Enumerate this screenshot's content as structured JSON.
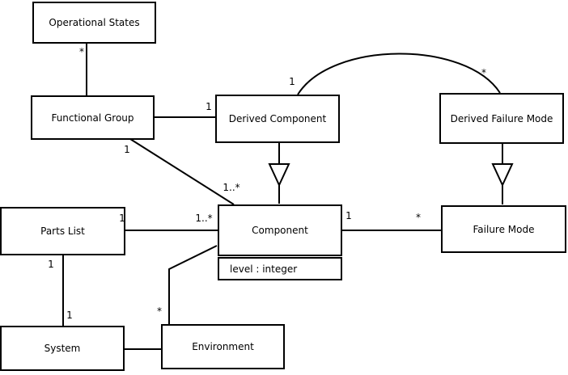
{
  "diagram": {
    "colors": {
      "line": "#000000",
      "text": "#000000",
      "background": "#ffffff",
      "box_fill": "#ffffff"
    },
    "classes": [
      {
        "label": "Operational States"
      },
      {
        "label": "Functional Group"
      },
      {
        "label": "Derived Component"
      },
      {
        "label": "Derived Failure Mode"
      },
      {
        "label": "Parts List"
      },
      {
        "label": "Component",
        "attribute": "level : integer"
      },
      {
        "label": "Failure Mode"
      },
      {
        "label": "System"
      },
      {
        "label": "Environment"
      }
    ],
    "multiplicities": [
      {
        "text": "*",
        "edge": "operational-states to functional-group",
        "at": "operational-states-end"
      },
      {
        "text": "1",
        "edge": "functional-group to derived-component",
        "at": "derived-component-end"
      },
      {
        "text": "1",
        "edge": "derived-component to derived-failure-mode arc",
        "at": "derived-component-end"
      },
      {
        "text": "*",
        "edge": "derived-component to derived-failure-mode arc",
        "at": "derived-failure-mode-end"
      },
      {
        "text": "1",
        "edge": "functional-group to component",
        "at": "functional-group-end"
      },
      {
        "text": "1..*",
        "edge": "functional-group to component",
        "at": "component-end"
      },
      {
        "text": "1",
        "edge": "parts-list to component",
        "at": "parts-list-end"
      },
      {
        "text": "1..*",
        "edge": "parts-list to component",
        "at": "component-end"
      },
      {
        "text": "1",
        "edge": "component to failure-mode",
        "at": "component-end"
      },
      {
        "text": "*",
        "edge": "component to failure-mode",
        "at": "failure-mode-end"
      },
      {
        "text": "1",
        "edge": "parts-list to system",
        "at": "parts-list-end"
      },
      {
        "text": "1",
        "edge": "parts-list to system",
        "at": "system-end"
      },
      {
        "text": "*",
        "edge": "component to environment",
        "at": "environment-end"
      }
    ],
    "relationships": [
      {
        "type": "association",
        "from": "Operational States",
        "to": "Functional Group"
      },
      {
        "type": "association",
        "from": "Functional Group",
        "to": "Derived Component"
      },
      {
        "type": "association",
        "from": "Derived Component",
        "to": "Derived Failure Mode"
      },
      {
        "type": "association",
        "from": "Functional Group",
        "to": "Component"
      },
      {
        "type": "generalization",
        "from": "Derived Component",
        "to": "Component"
      },
      {
        "type": "generalization",
        "from": "Derived Failure Mode",
        "to": "Failure Mode"
      },
      {
        "type": "association",
        "from": "Parts List",
        "to": "Component"
      },
      {
        "type": "association",
        "from": "Component",
        "to": "Failure Mode"
      },
      {
        "type": "association",
        "from": "Component",
        "to": "Environment"
      },
      {
        "type": "association",
        "from": "Parts List",
        "to": "System"
      },
      {
        "type": "association",
        "from": "System",
        "to": "Environment"
      }
    ]
  }
}
